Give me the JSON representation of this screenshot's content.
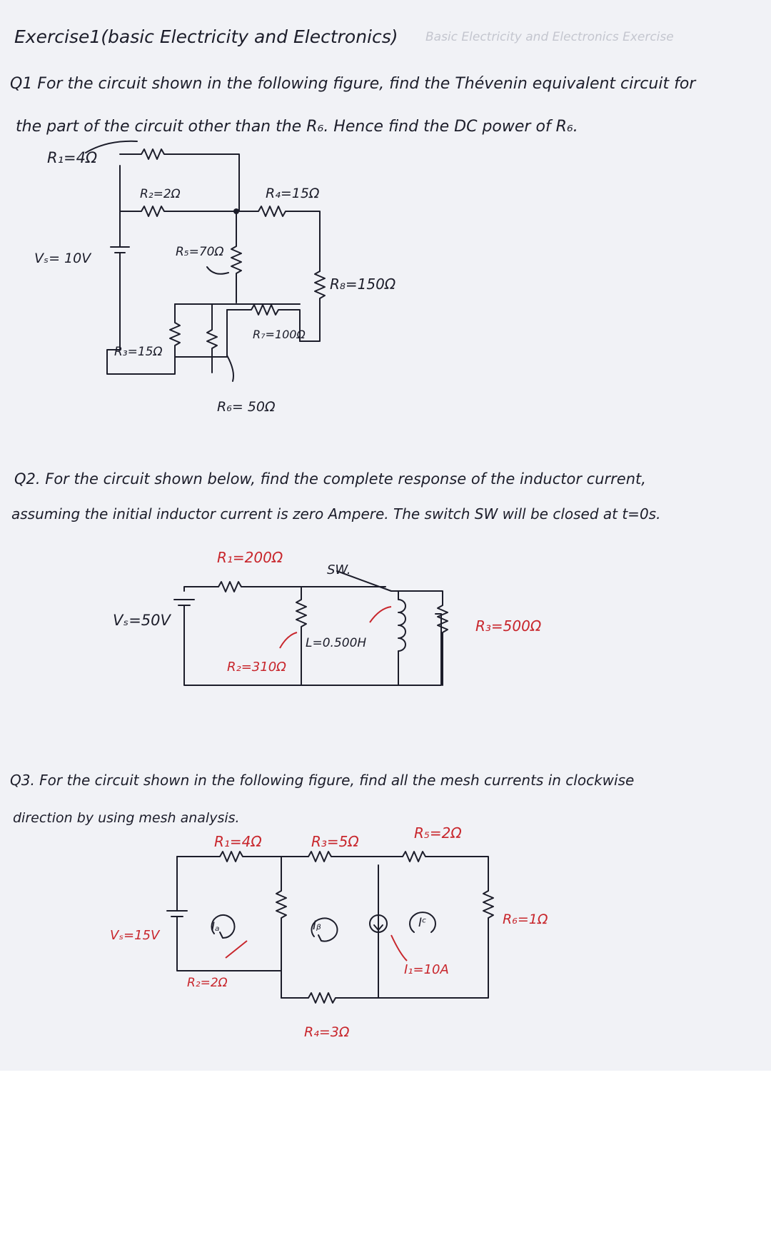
{
  "header": {
    "title": "Exercise1(basic Electricity and Electronics)",
    "bleed_text": "Basic Electricity and Electronics Exercise"
  },
  "q1": {
    "line1": "Q1 For the circuit shown in the following figure, find the Thévenin equivalent circuit for",
    "line2": "the part of the circuit other than the R₆. Hence find the DC power of R₆.",
    "labels": {
      "r1": "R₁=4Ω",
      "r2": "R₂=2Ω",
      "r4": "R₄=15Ω",
      "vs": "Vₛ= 10V",
      "r5": "R₅=70Ω",
      "r8": "R₈=150Ω",
      "r7": "R₇=100Ω",
      "r3": "R₃=15Ω",
      "r6": "R₆= 50Ω"
    }
  },
  "q2": {
    "line1": "Q2. For the circuit shown below, find the complete response of the inductor current,",
    "line2": "assuming the initial inductor current is zero Ampere. The switch SW will be closed at t=0s.",
    "labels": {
      "r1": "R₁=200Ω",
      "sw": "SW.",
      "vs": "Vₛ=50V",
      "l": "L=0.500H",
      "r3": "R₃=500Ω",
      "r2": "R₂=310Ω"
    }
  },
  "q3": {
    "line1": "Q3. For the circuit shown in the following figure, find all the mesh currents in clockwise",
    "line2": "direction by using mesh analysis.",
    "labels": {
      "r1": "R₁=4Ω",
      "r3": "R₃=5Ω",
      "r5": "R₅=2Ω",
      "vs": "Vₛ=15V",
      "ia": "Iₐ",
      "ib": "Iᵦ",
      "ic": "Iᶜ",
      "r6": "R₆=1Ω",
      "r2": "R₂=2Ω",
      "i1": "I₁=10A",
      "r4": "R₄=3Ω"
    }
  },
  "colors": {
    "paper": "#f1f2f6",
    "ink": "#1c1d2a",
    "red_ink": "#c8262c"
  }
}
